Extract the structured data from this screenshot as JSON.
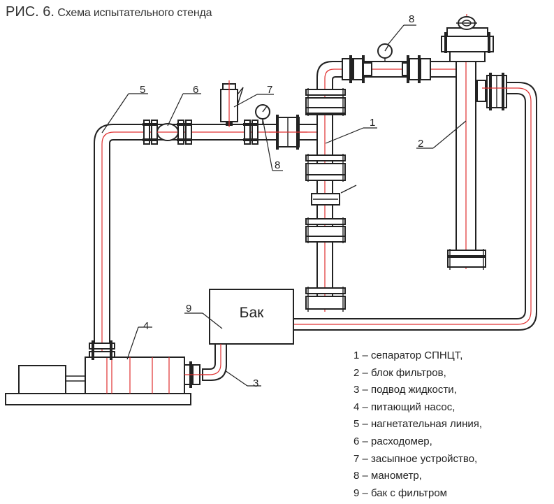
{
  "figure": {
    "caption_lead": "РИС. 6.",
    "caption_title": "Схема испытательного стенда",
    "tank_label": "Бак"
  },
  "callouts": [
    "1",
    "2",
    "3",
    "4",
    "5",
    "6",
    "7",
    "8",
    "8",
    "9"
  ],
  "legend": [
    "1 – сепаратор СПНЦТ,",
    "2 – блок фильтров,",
    "3 – подвод жидкости,",
    "4 – питающий насос,",
    "5 – нагнетательная линия,",
    "6 – расходомер,",
    "7 – засыпное устройство,",
    "8 – манометр,",
    "9 – бак с фильтром"
  ],
  "colors": {
    "line": "#222222",
    "axis": "#e03030",
    "background": "#ffffff"
  }
}
